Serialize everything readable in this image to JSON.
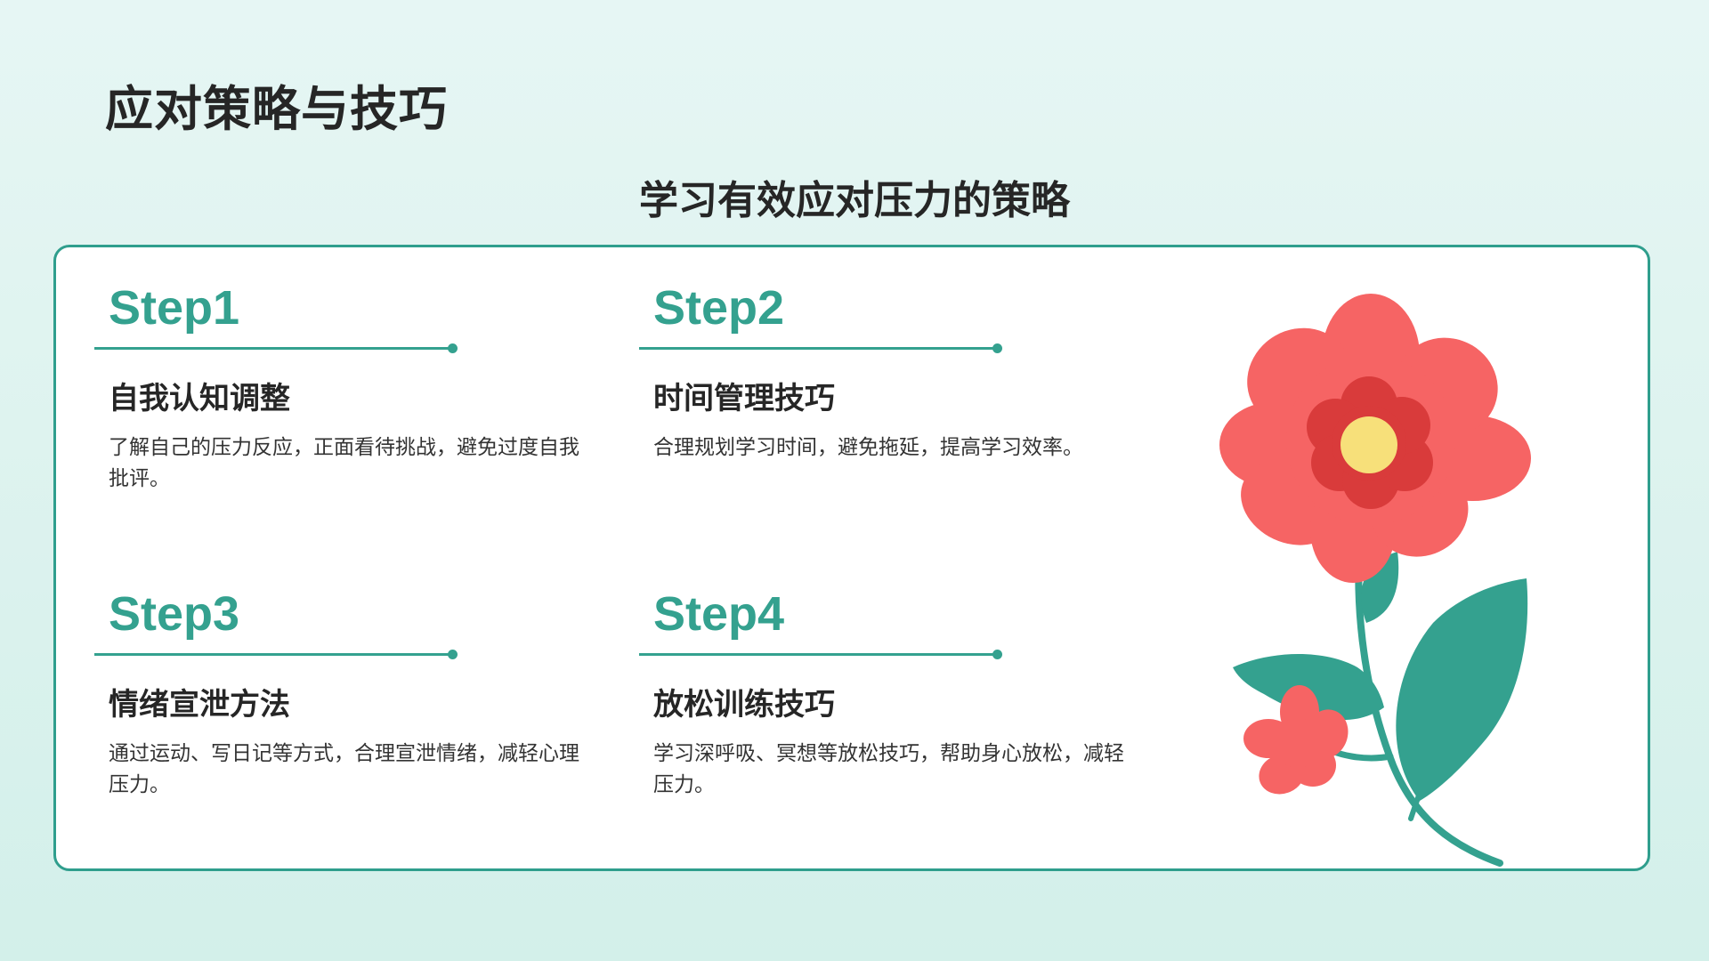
{
  "page": {
    "title": "应对策略与技巧",
    "subtitle": "学习有效应对压力的策略"
  },
  "steps": [
    {
      "heading": "Step1",
      "title": "自我认知调整",
      "desc": "了解自己的压力反应，正面看待挑战，避免过度自我批评。"
    },
    {
      "heading": "Step2",
      "title": "时间管理技巧",
      "desc": "合理规划学习时间，避免拖延，提高学习效率。"
    },
    {
      "heading": "Step3",
      "title": "情绪宣泄方法",
      "desc": "通过运动、写日记等方式，合理宣泄情绪，减轻心理压力。"
    },
    {
      "heading": "Step4",
      "title": "放松训练技巧",
      "desc": "学习深呼吸、冥想等放松技巧，帮助身心放松，减轻压力。"
    }
  ],
  "illustration": {
    "icon": "flower-icon",
    "colors": {
      "petal": "#f66464",
      "petal_center": "#d93b3b",
      "pistil": "#f7e07a",
      "stem_leaf": "#34a18f"
    }
  },
  "colors": {
    "accent": "#34a18f",
    "panel_border": "#2f9e8d",
    "text": "#262626"
  }
}
